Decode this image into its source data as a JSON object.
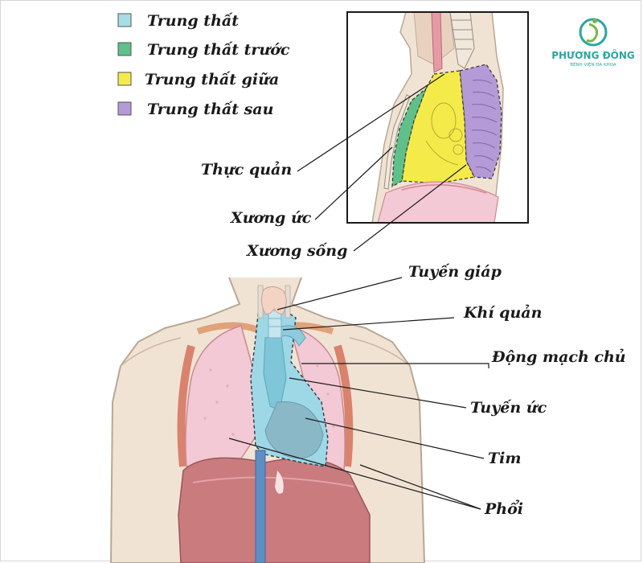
{
  "legend": [
    {
      "label": "Trung thất",
      "color": "#a7dde6"
    },
    {
      "label": "Trung thất trước",
      "color": "#5fc08a"
    },
    {
      "label": "Trung thất giữa",
      "color": "#f4ea4a"
    },
    {
      "label": "Trung thất sau",
      "color": "#b49ad6"
    }
  ],
  "inset_labels": {
    "esophagus": "Thực quản",
    "sternum": "Xương ức",
    "spine": "Xương sống"
  },
  "chest_labels": {
    "thyroid": "Tuyến giáp",
    "trachea": "Khí quản",
    "aorta": "Động mạch chủ",
    "thymus": "Tuyến ức",
    "heart": "Tim",
    "lungs": "Phổi"
  },
  "logo": {
    "name": "PHƯƠNG ĐÔNG",
    "subtitle": "BỆNH VIỆN ĐA KHOA",
    "colors": {
      "primary": "#2aa6a0",
      "accent": "#7ab648"
    }
  },
  "colors": {
    "skin": "#f1e3d3",
    "skin_outline": "#b8a795",
    "lung": "#f2c9d4",
    "diaphragm": "#c97b7e",
    "mediastinum": "#9ed7e6"
  }
}
